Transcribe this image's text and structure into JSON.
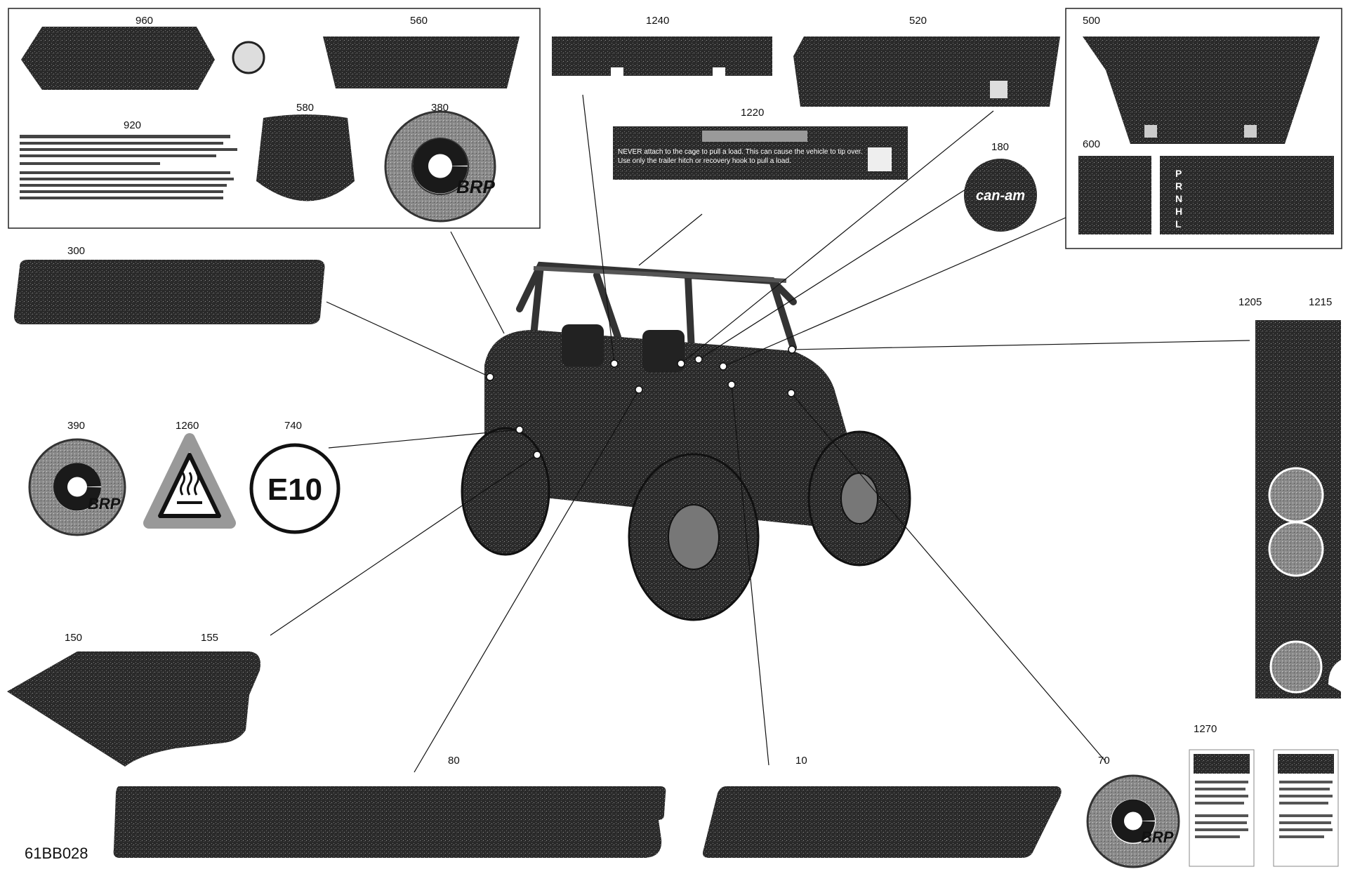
{
  "reference_code": "61BB028",
  "callouts": {
    "c960": "960",
    "c560": "560",
    "c920": "920",
    "c580": "580",
    "c380": "380",
    "c1240": "1240",
    "c1220": "1220",
    "c520": "520",
    "c180": "180",
    "c500": "500",
    "c600": "600",
    "c300": "300",
    "c1205": "1205",
    "c1215": "1215",
    "c390": "390",
    "c1260": "1260",
    "c740": "740",
    "c150": "150",
    "c155": "155",
    "c80": "80",
    "c10": "10",
    "c70": "70",
    "c1270": "1270"
  },
  "label_text": {
    "e10": "E10",
    "brp": "BRP",
    "brand_badge": "can-am",
    "warning_1220": "NEVER attach to the cage to pull a load. This can cause the vehicle to tip over. Use only the trailer hitch or recovery hook to pull a load.",
    "gear_letters": [
      "P",
      "R",
      "N",
      "H",
      "L"
    ]
  },
  "colors": {
    "label_dark": "#1d1d1d",
    "label_mid": "#3a3a3a",
    "line": "#111111",
    "panel_border": "#222222"
  }
}
